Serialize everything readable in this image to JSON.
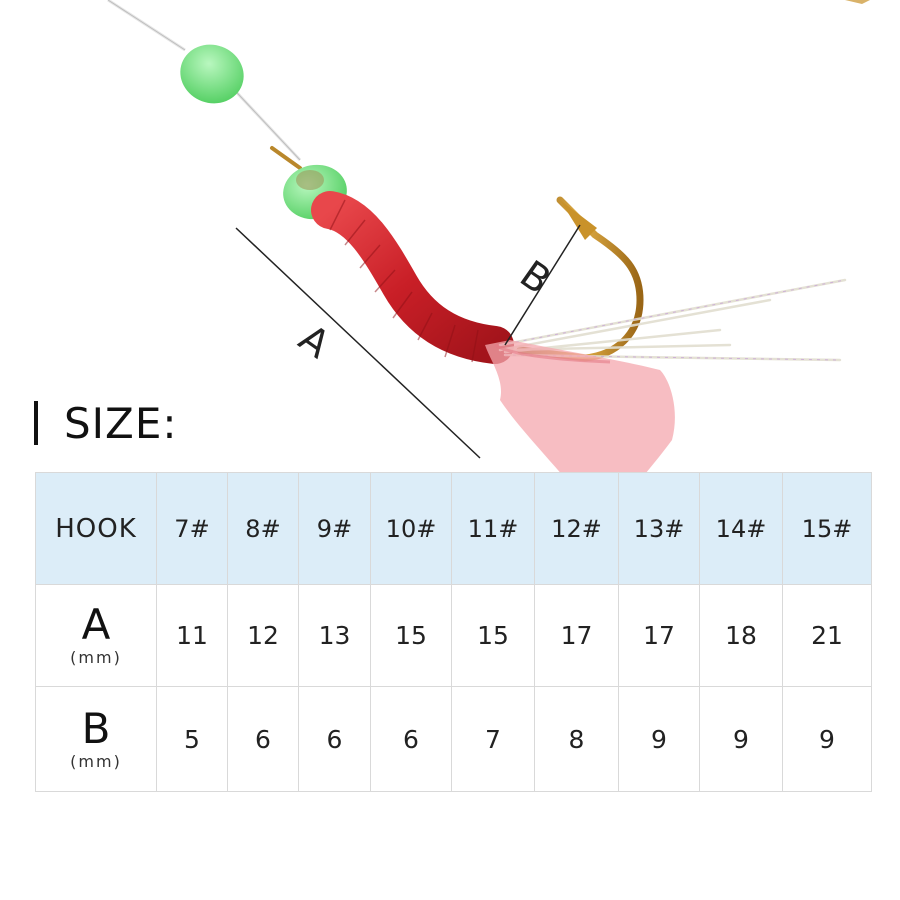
{
  "heading": "SIZE:",
  "diagram_labels": {
    "a": "A",
    "b": "B"
  },
  "colors": {
    "header_bg": "#dcedf8",
    "border": "#d9d9d9",
    "bead": "#7fe58a",
    "tube": "#d9282e",
    "hook": "#c9922a",
    "skirt": "#f1a9b0"
  },
  "table": {
    "header_label": "HOOK",
    "sizes": [
      "7#",
      "8#",
      "9#",
      "10#",
      "11#",
      "12#",
      "13#",
      "14#",
      "15#"
    ],
    "rows": [
      {
        "letter": "A",
        "unit": "(mm)",
        "values": [
          "11",
          "12",
          "13",
          "15",
          "15",
          "17",
          "17",
          "18",
          "21"
        ]
      },
      {
        "letter": "B",
        "unit": "(mm)",
        "values": [
          "5",
          "6",
          "6",
          "6",
          "7",
          "8",
          "9",
          "9",
          "9"
        ]
      }
    ]
  }
}
